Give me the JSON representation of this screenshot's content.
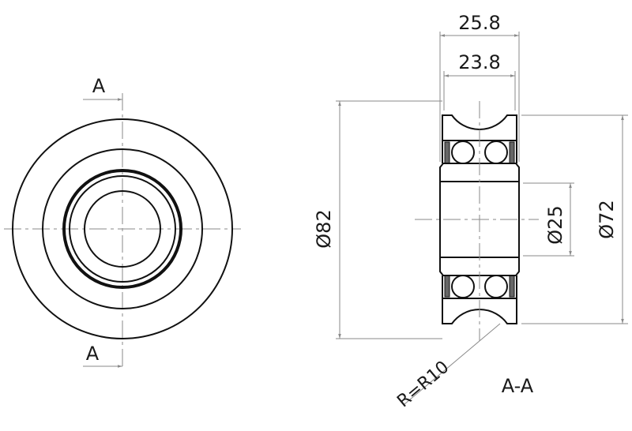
{
  "front_view": {
    "section_label_top": "A",
    "section_label_bottom": "A"
  },
  "section_view": {
    "title": "A-A",
    "dimensions": {
      "overall_width": "25.8",
      "ring_width": "23.8",
      "outer_diameter": "Ø82",
      "groove_diameter": "Ø72",
      "bore_diameter": "Ø25",
      "groove_radius": "R=R10"
    }
  },
  "colors": {
    "line": "#111111",
    "dimension": "#8a8a8a"
  }
}
